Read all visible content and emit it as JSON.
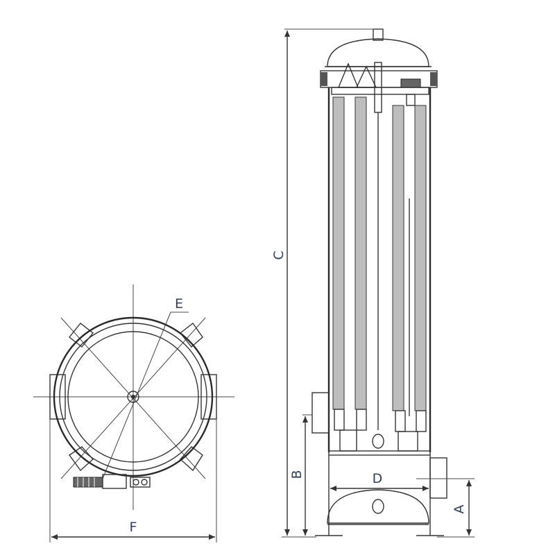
{
  "dimension_labels": {
    "a": "A",
    "b": "B",
    "c": "C",
    "d": "D",
    "e": "E",
    "f": "F"
  },
  "colors": {
    "label": "#2f3f5c",
    "line": "#333333",
    "element_fill": "#bdbdbd"
  }
}
